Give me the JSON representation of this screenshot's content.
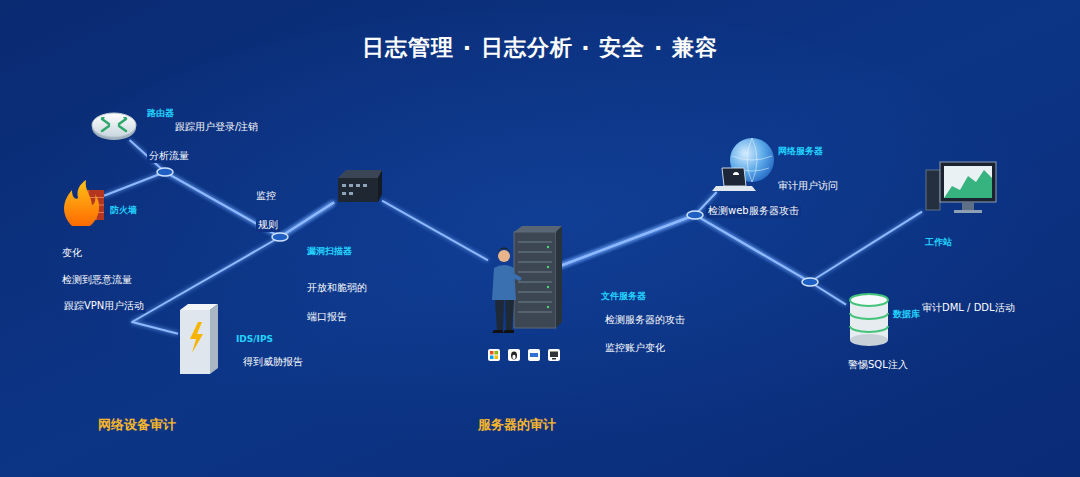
{
  "diagram": {
    "title": "日志管理 · 日志分析 · 安全 · 兼容",
    "nodes": [
      {
        "text": [
          "路由器",
          "跟踪用户登录/注销",
          "分析流量"
        ]
      },
      {
        "text": [
          "防火墙",
          "变化",
          "检测到恶意流量",
          "跟踪VPN用户活动"
        ]
      },
      {
        "text": [
          "漏洞扫描器",
          "开放和脆弱的",
          "端口报告"
        ]
      },
      {
        "text": [
          "IDS/IPS",
          "得到威胁报告"
        ]
      },
      {
        "text": [
          "文件服务器",
          "检测服务器的攻击",
          "监控账户变化"
        ]
      },
      {
        "text": [
          "网络服务器",
          "审计用户访问",
          "检测web服务器攻击"
        ]
      },
      {
        "text": [
          "工作站"
        ]
      },
      {
        "text": [
          "数据库",
          "审计DML / DDL活动",
          "警惕SQL注入"
        ]
      }
    ],
    "edges": [
      {
        "from": 0,
        "to": 2,
        "arrow": "none"
      },
      {
        "from": 1,
        "to": 2,
        "arrow": "none"
      },
      {
        "from": 3,
        "to": 2,
        "arrow": "none"
      },
      {
        "from": 2,
        "to": 4,
        "arrow": "none"
      },
      {
        "from": 4,
        "to": 5,
        "arrow": "none"
      },
      {
        "from": 4,
        "to": 6,
        "arrow": "none"
      },
      {
        "from": 4,
        "to": 7,
        "arrow": "none"
      }
    ],
    "labels": [
      "监控",
      "规则",
      "网络设备审计",
      "服务器的审计"
    ]
  }
}
